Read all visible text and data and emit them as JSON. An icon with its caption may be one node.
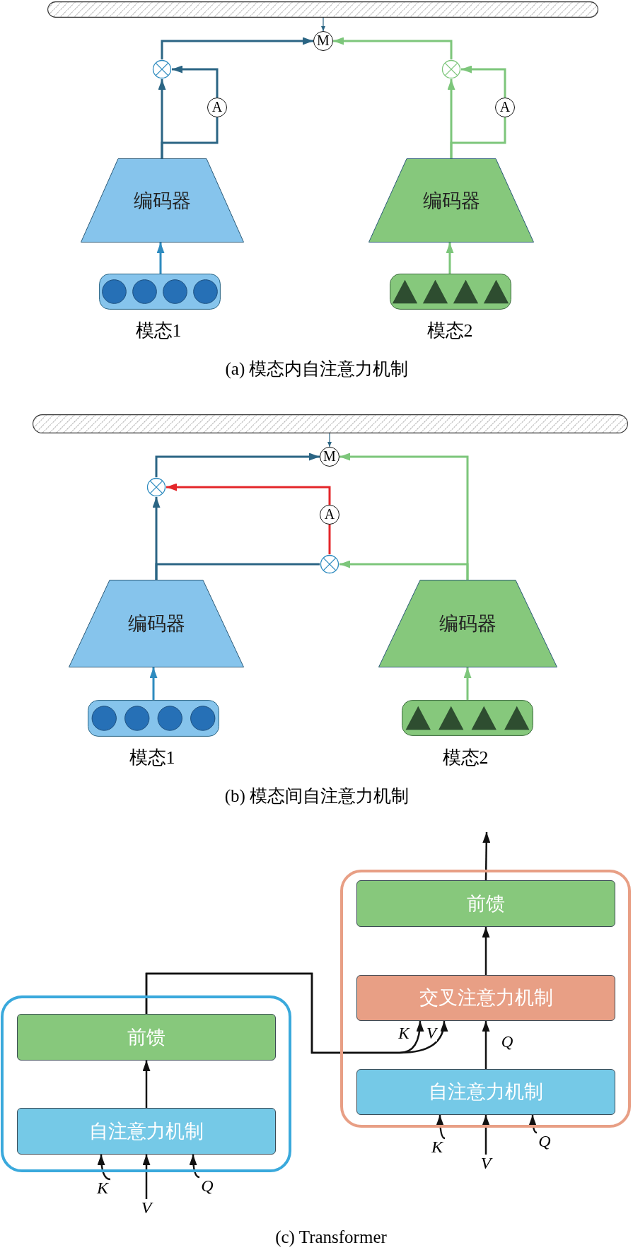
{
  "diagram": {
    "nodes": [
      {
        "text": [],
        "shape": "bar"
      },
      {
        "text": [
          "M"
        ]
      },
      {
        "text": [],
        "shape": "circle"
      },
      {
        "text": [
          "A"
        ]
      },
      {
        "text": [
          "编码器"
        ]
      },
      {
        "text": [],
        "shape": "box",
        "beside": [
          "模态1"
        ]
      },
      {
        "text": [],
        "shape": "circle"
      },
      {
        "text": [
          "A"
        ]
      },
      {
        "text": [
          "编码器"
        ]
      },
      {
        "text": [],
        "shape": "box",
        "beside": [
          "模态2"
        ]
      },
      {
        "text": [],
        "shape": "bar"
      },
      {
        "text": [
          "M"
        ]
      },
      {
        "text": [],
        "shape": "circle"
      },
      {
        "text": [
          "A"
        ]
      },
      {
        "text": [],
        "shape": "circle"
      },
      {
        "text": [
          "编码器"
        ]
      },
      {
        "text": [],
        "shape": "box",
        "beside": [
          "模态1"
        ]
      },
      {
        "text": [
          "编码器"
        ]
      },
      {
        "text": [],
        "shape": "box",
        "beside": [
          "模态2"
        ]
      },
      {
        "text": [],
        "shape": "box"
      },
      {
        "text": [
          "前馈"
        ],
        "in": 19
      },
      {
        "text": [
          "自注意力机制"
        ],
        "in": 19
      },
      {
        "text": [
          "K"
        ]
      },
      {
        "text": [
          "V"
        ]
      },
      {
        "text": [
          "Q"
        ]
      },
      {
        "text": [],
        "shape": "box"
      },
      {
        "text": [
          "前馈"
        ],
        "in": 25
      },
      {
        "text": [
          "交叉注意力机制"
        ],
        "in": 25
      },
      {
        "text": [
          "自注意力机制"
        ],
        "in": 25
      },
      {
        "text": [
          "K"
        ]
      },
      {
        "text": [
          "V"
        ]
      },
      {
        "text": [
          "Q"
        ]
      }
    ],
    "edges": [
      {
        "from": 0,
        "to": 1,
        "arrow": "to",
        "color": "#2b6584"
      },
      {
        "from": 5,
        "to": 4,
        "arrow": "to",
        "color": "#2e8bbf"
      },
      {
        "from": 4,
        "to": 2,
        "arrow": "to",
        "color": "#2b6584"
      },
      {
        "from": 4,
        "to": 3,
        "arrow": "none",
        "color": "#2b6584"
      },
      {
        "from": 3,
        "to": 2,
        "arrow": "to",
        "color": "#2b6584"
      },
      {
        "from": 2,
        "to": 1,
        "arrow": "to",
        "color": "#2b6584"
      },
      {
        "from": 9,
        "to": 8,
        "arrow": "to",
        "color": "#7dc67b"
      },
      {
        "from": 8,
        "to": 6,
        "arrow": "to",
        "color": "#7dc67b"
      },
      {
        "from": 8,
        "to": 7,
        "arrow": "none",
        "color": "#7dc67b"
      },
      {
        "from": 7,
        "to": 6,
        "arrow": "to",
        "color": "#7dc67b"
      },
      {
        "from": 6,
        "to": 1,
        "arrow": "to",
        "color": "#7dc67b"
      },
      {
        "from": 10,
        "to": 11,
        "arrow": "to",
        "color": "#2b6584"
      },
      {
        "from": 16,
        "to": 15,
        "arrow": "to",
        "color": "#2e8bbf"
      },
      {
        "from": 18,
        "to": 17,
        "arrow": "to",
        "color": "#7dc67b"
      },
      {
        "from": 15,
        "to": 12,
        "arrow": "to",
        "color": "#2b6584"
      },
      {
        "from": 15,
        "to": 14,
        "arrow": "none",
        "color": "#2b6584"
      },
      {
        "from": 17,
        "to": 14,
        "arrow": "to",
        "color": "#7dc67b"
      },
      {
        "from": 17,
        "to": 11,
        "arrow": "to",
        "color": "#7dc67b"
      },
      {
        "from": 14,
        "to": 13,
        "arrow": "none",
        "color": "#e4262a"
      },
      {
        "from": 13,
        "to": 12,
        "arrow": "to",
        "color": "#e4262a"
      },
      {
        "from": 12,
        "to": 11,
        "arrow": "to",
        "color": "#2b6584"
      },
      {
        "from": 21,
        "to": 20,
        "arrow": "to"
      },
      {
        "from": 22,
        "to": 21,
        "arrow": "to"
      },
      {
        "from": 23,
        "to": 21,
        "arrow": "to"
      },
      {
        "from": 24,
        "to": 21,
        "arrow": "to"
      },
      {
        "from": 20,
        "to": 27,
        "arrow": "to",
        "label": "K"
      },
      {
        "from": 20,
        "to": 27,
        "arrow": "to",
        "label": "V"
      },
      {
        "from": 28,
        "to": 27,
        "arrow": "to",
        "label": "Q"
      },
      {
        "from": 27,
        "to": 26,
        "arrow": "to"
      },
      {
        "from": 26,
        "to": null,
        "arrow": "to"
      },
      {
        "from": 29,
        "to": 28,
        "arrow": "to"
      },
      {
        "from": 30,
        "to": 28,
        "arrow": "to"
      },
      {
        "from": 31,
        "to": 28,
        "arrow": "to"
      }
    ],
    "labels": [
      "(a) 模态内自注意力机制",
      "(b) 模态间自注意力机制",
      "(c) Transformer"
    ]
  }
}
